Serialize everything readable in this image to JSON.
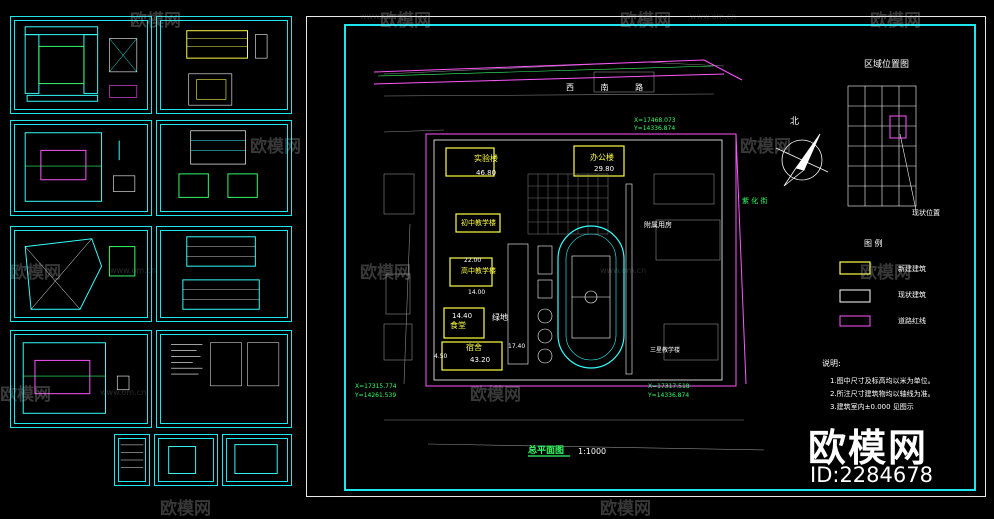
{
  "thumbnails": [
    {
      "name": "sheet-floor-plan-1"
    },
    {
      "name": "sheet-elevation-1"
    },
    {
      "name": "sheet-floor-plan-2"
    },
    {
      "name": "sheet-section-1"
    },
    {
      "name": "sheet-floor-plan-3"
    },
    {
      "name": "sheet-elevation-2"
    },
    {
      "name": "sheet-floor-plan-4"
    },
    {
      "name": "sheet-notes"
    },
    {
      "name": "sheet-table"
    },
    {
      "name": "sheet-detail-1"
    },
    {
      "name": "sheet-detail-2"
    }
  ],
  "site_plan": {
    "road_label": "西 南 路",
    "north_label": "北",
    "buildings": {
      "lab": "实验楼",
      "lab_area": "46.80",
      "office": "办公楼",
      "office_area": "29.80",
      "junior_high": "初中教学楼",
      "senior_high": "高中教学楼",
      "senior_dim": "22.00",
      "senior_dim2": "14.00",
      "cafeteria": "食堂",
      "cafeteria_dim": "14.40",
      "dormitory": "宿舍",
      "dormitory_area": "43.20",
      "dormitory_dim": "4.50",
      "dormitory_dim2": "17.40",
      "green": "绿地",
      "existing_1": "三星教学楼",
      "annex": "附属用房",
      "road_east": "紫 化 街"
    },
    "coords": {
      "c1": "X=17468.073",
      "c2": "Y=14336.874",
      "c3": "X=17315.774",
      "c4": "Y=14261.539",
      "c5": "X=17317.518",
      "c6": "Y=14336.874"
    },
    "title": "总平面图",
    "scale": "1:1000",
    "location_map_title": "区域位置图",
    "location_label": "现状位置",
    "legend_title": "图 例",
    "legend": [
      {
        "label": "新建建筑",
        "color": "#ffff44"
      },
      {
        "label": "现状建筑",
        "color": "#ffffff"
      },
      {
        "label": "道路红线",
        "color": "#ff55ff"
      }
    ],
    "notes_title": "说明:",
    "notes": [
      "1.图中尺寸及标高均以米为单位。",
      "2.所注尺寸建筑物均以轴线为准。",
      "3.建筑室内±0.000 见图示"
    ]
  },
  "watermark": {
    "brand": "欧模网",
    "url": "www.om.cn",
    "id": "ID:2284678"
  }
}
